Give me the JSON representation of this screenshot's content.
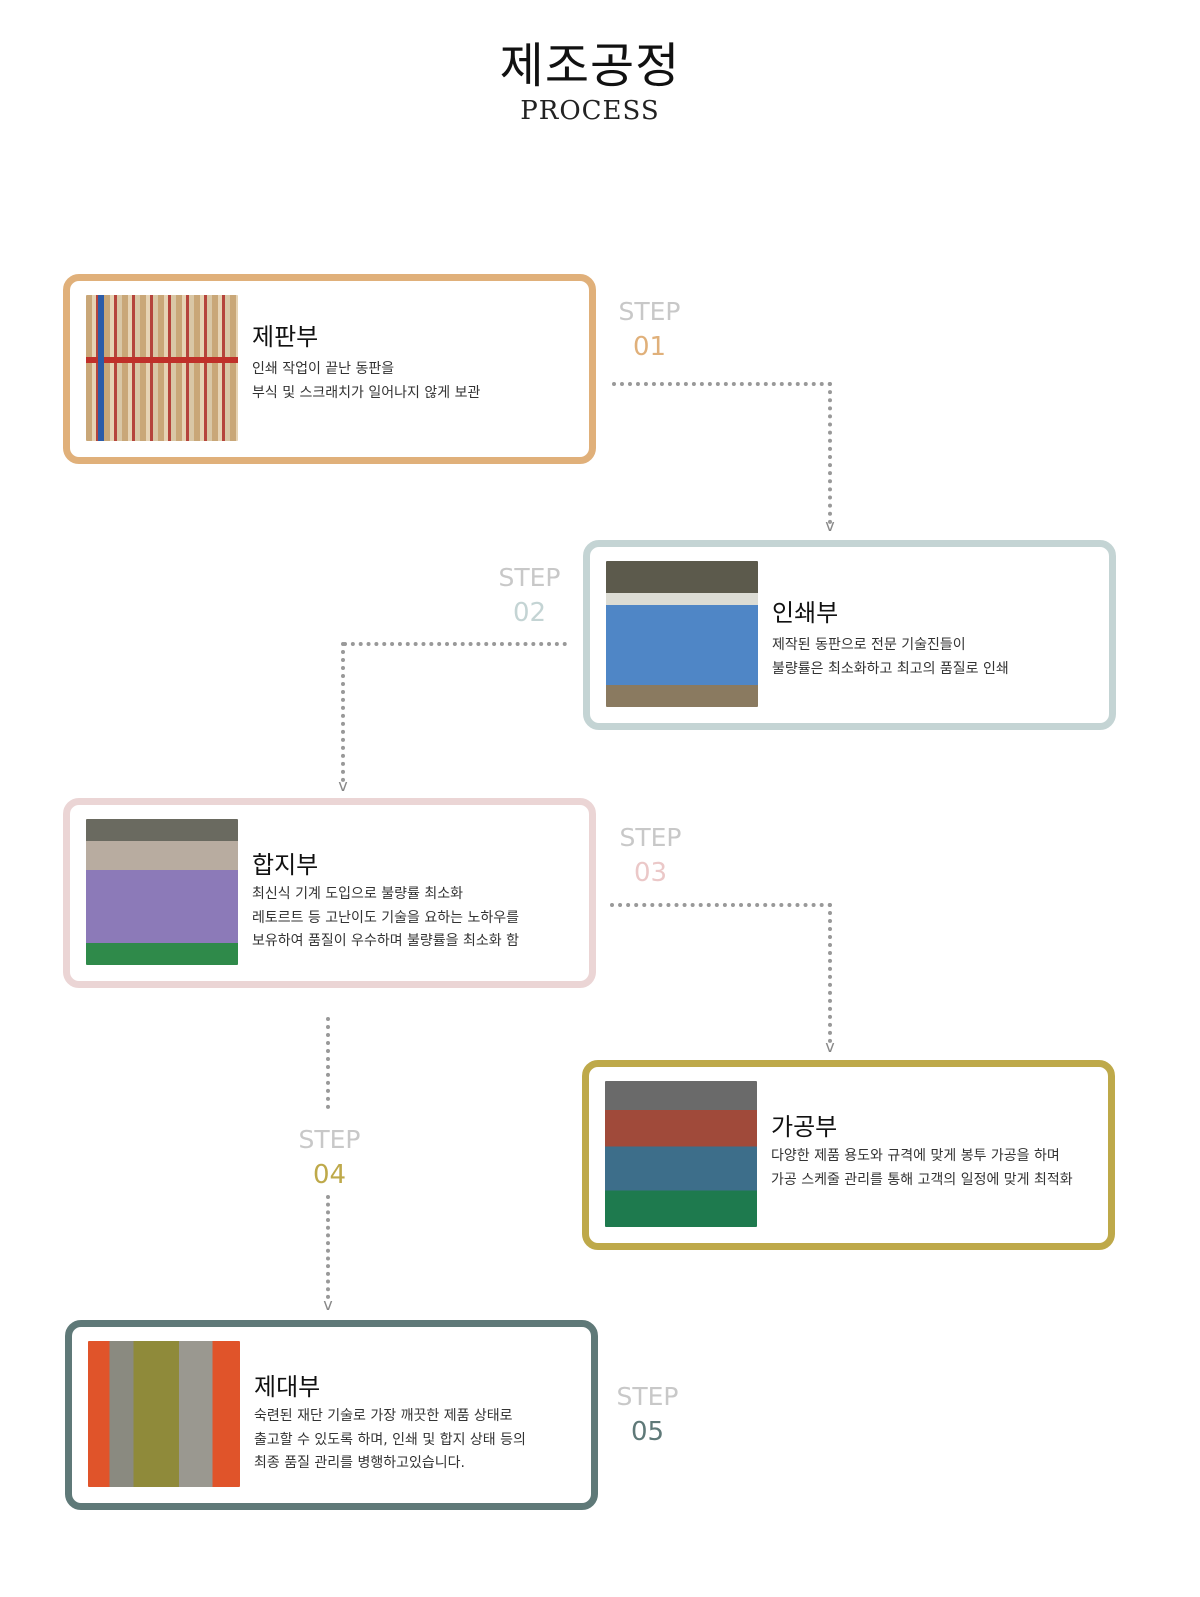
{
  "header": {
    "title": "제조공정",
    "subtitle": "PROCESS"
  },
  "step_label": "STEP",
  "steps": [
    {
      "num": "01",
      "name": "제판부",
      "desc": "인쇄 작업이 끝난 동판을\n부식 및 스크래치가 일어나지 않게 보관",
      "color": "#e0b07a"
    },
    {
      "num": "02",
      "name": "인쇄부",
      "desc": "제작된 동판으로 전문 기술진들이\n불량률은 최소화하고 최고의 품질로 인쇄",
      "color": "#c4d4d4"
    },
    {
      "num": "03",
      "name": "합지부",
      "desc": "최신식 기계 도입으로 불량률 최소화\n레토르트 등 고난이도 기술을 요하는 노하우를\n보유하여 품질이 우수하며 불량률을 최소화 함",
      "color": "#ebd5d5"
    },
    {
      "num": "04",
      "name": "가공부",
      "desc": "다양한 제품 용도와 규격에 맞게 봉투 가공을 하며\n가공 스케줄 관리를 통해 고객의 일정에 맞게 최적화",
      "color": "#bea94a"
    },
    {
      "num": "05",
      "name": "제대부",
      "desc": "숙련된 재단 기술로 가장 깨끗한 제품 상태로\n출고할 수 있도록 하며, 인쇄 및  합지 상태 등의\n최종 품질 관리를 병행하고있습니다.",
      "color": "#5f7978"
    }
  ]
}
